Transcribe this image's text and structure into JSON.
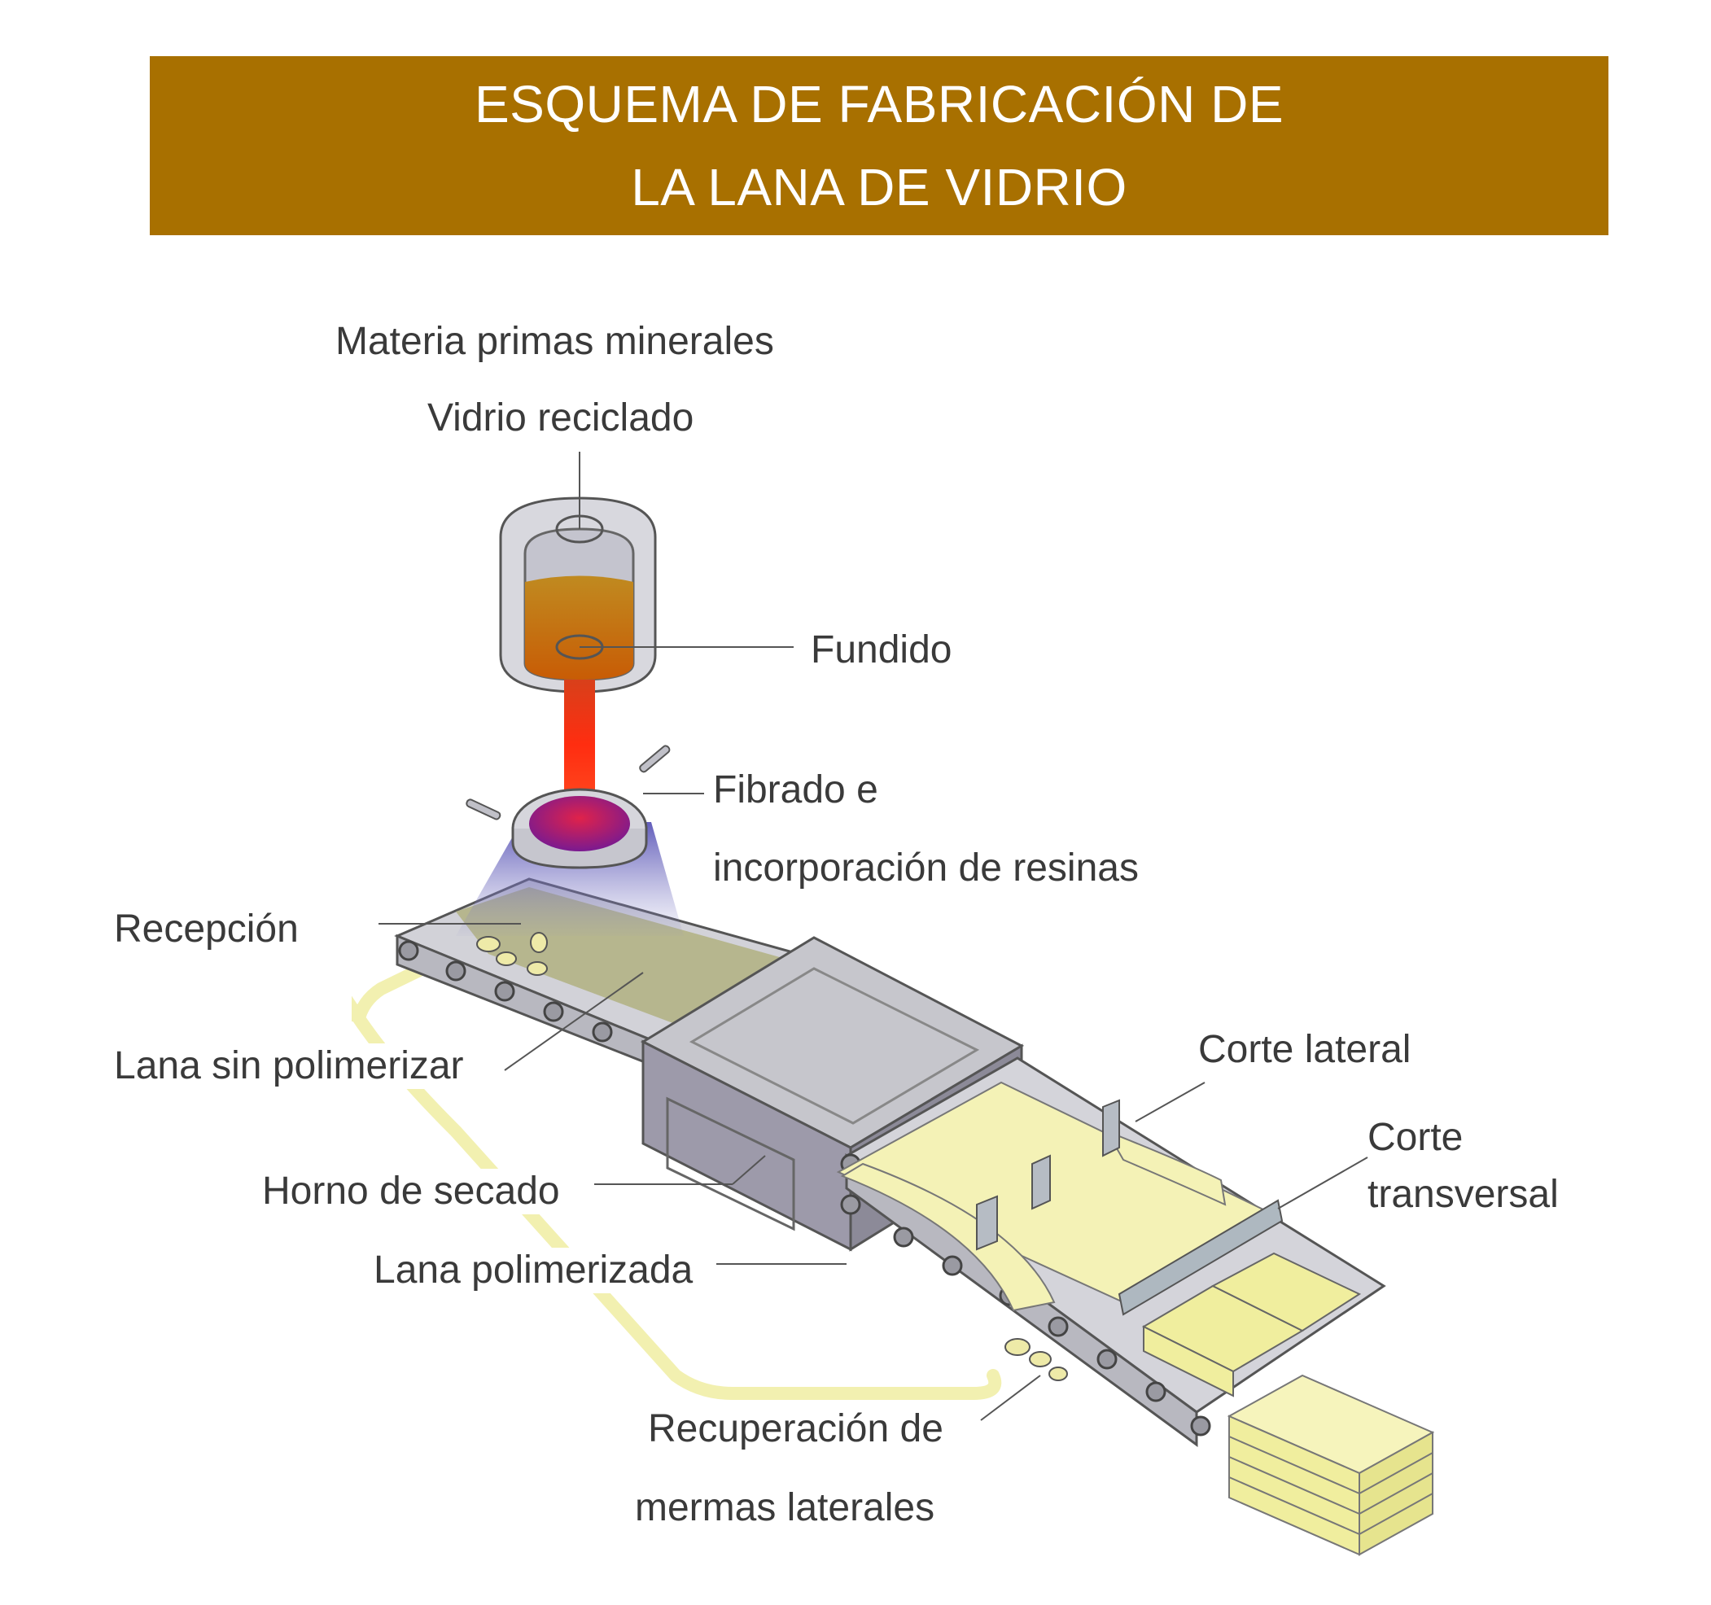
{
  "title": {
    "line1": "ESQUEMA DE FABRICACIÓN DE",
    "line2": "LA LANA DE VIDRIO"
  },
  "labels": {
    "materias": "Materia primas minerales",
    "vidrio": "Vidrio reciclado",
    "fundido": "Fundido",
    "fibrado_1": "Fibrado e",
    "fibrado_2": "incorporación de resinas",
    "recepcion": "Recepción",
    "lana_sin": "Lana sin  polimerizar",
    "horno": "Horno de secado",
    "lana_pol": "Lana polimerizada",
    "corte_lateral": "Corte lateral",
    "corte_trans_1": "Corte",
    "corte_trans_2": "transversal",
    "recuperacion_1": "Recuperación de",
    "recuperacion_2": "mermas laterales"
  },
  "colors": {
    "banner": "#a87000",
    "melt": "#c98a10",
    "stream": "#ff3a10",
    "wool_raw": "#b6b489",
    "wool_cured": "#f4f2b4",
    "oven": "#9a98a6",
    "conveyor": "#c6c6cc"
  }
}
